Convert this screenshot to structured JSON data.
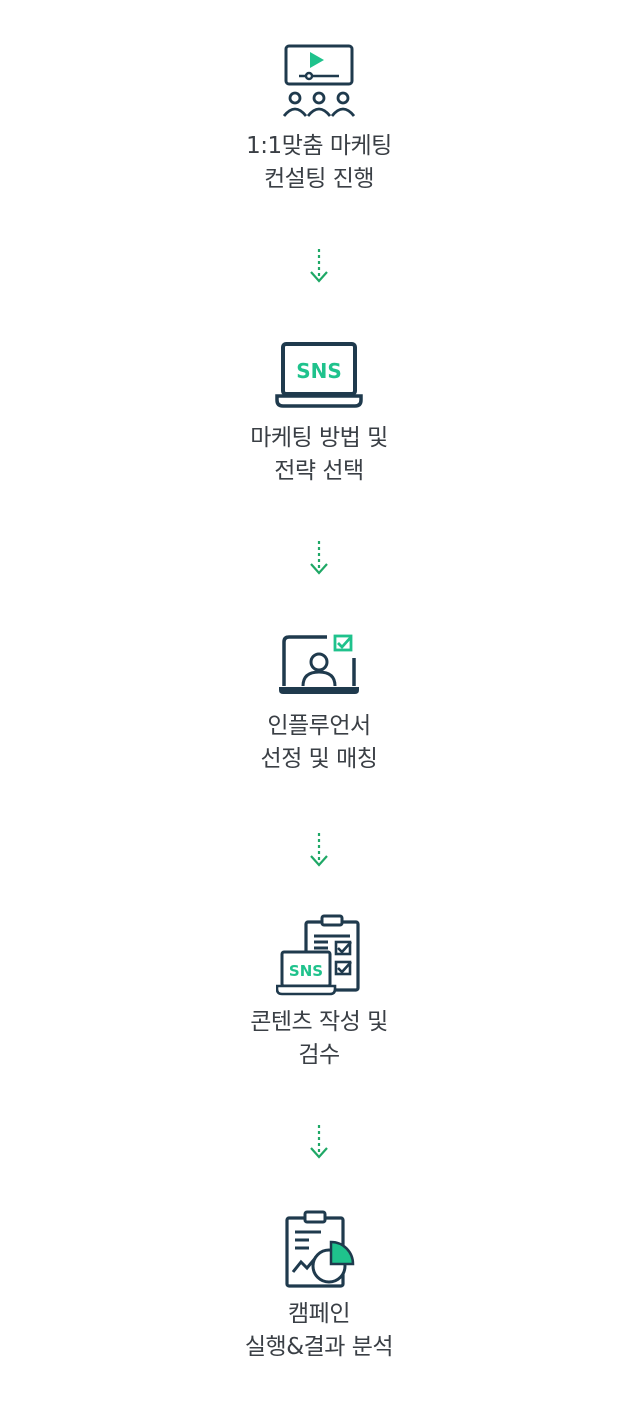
{
  "colors": {
    "icon_dark": "#1f3a4d",
    "accent_green": "#1fc28c",
    "text": "#3a3f45",
    "arrow_green": "#1fa866"
  },
  "steps": [
    {
      "icon": "presentation-audience-icon",
      "line1": "1:1맞춤 마케팅",
      "line2": "컨설팅 진행"
    },
    {
      "icon": "sns-laptop-icon",
      "icon_text": "SNS",
      "line1": "마케팅 방법 및",
      "line2": "전략 선택"
    },
    {
      "icon": "influencer-laptop-icon",
      "line1": "인플루언서",
      "line2": "선정 및 매칭"
    },
    {
      "icon": "content-checklist-icon",
      "icon_text": "SNS",
      "line1": "콘텐츠 작성 및",
      "line2": "검수"
    },
    {
      "icon": "report-chart-icon",
      "line1": "캠페인",
      "line2": "실행&결과 분석"
    }
  ],
  "arrows": [
    {
      "icon": "arrow-down-icon"
    },
    {
      "icon": "arrow-down-icon"
    },
    {
      "icon": "arrow-down-icon"
    },
    {
      "icon": "arrow-down-icon"
    }
  ]
}
